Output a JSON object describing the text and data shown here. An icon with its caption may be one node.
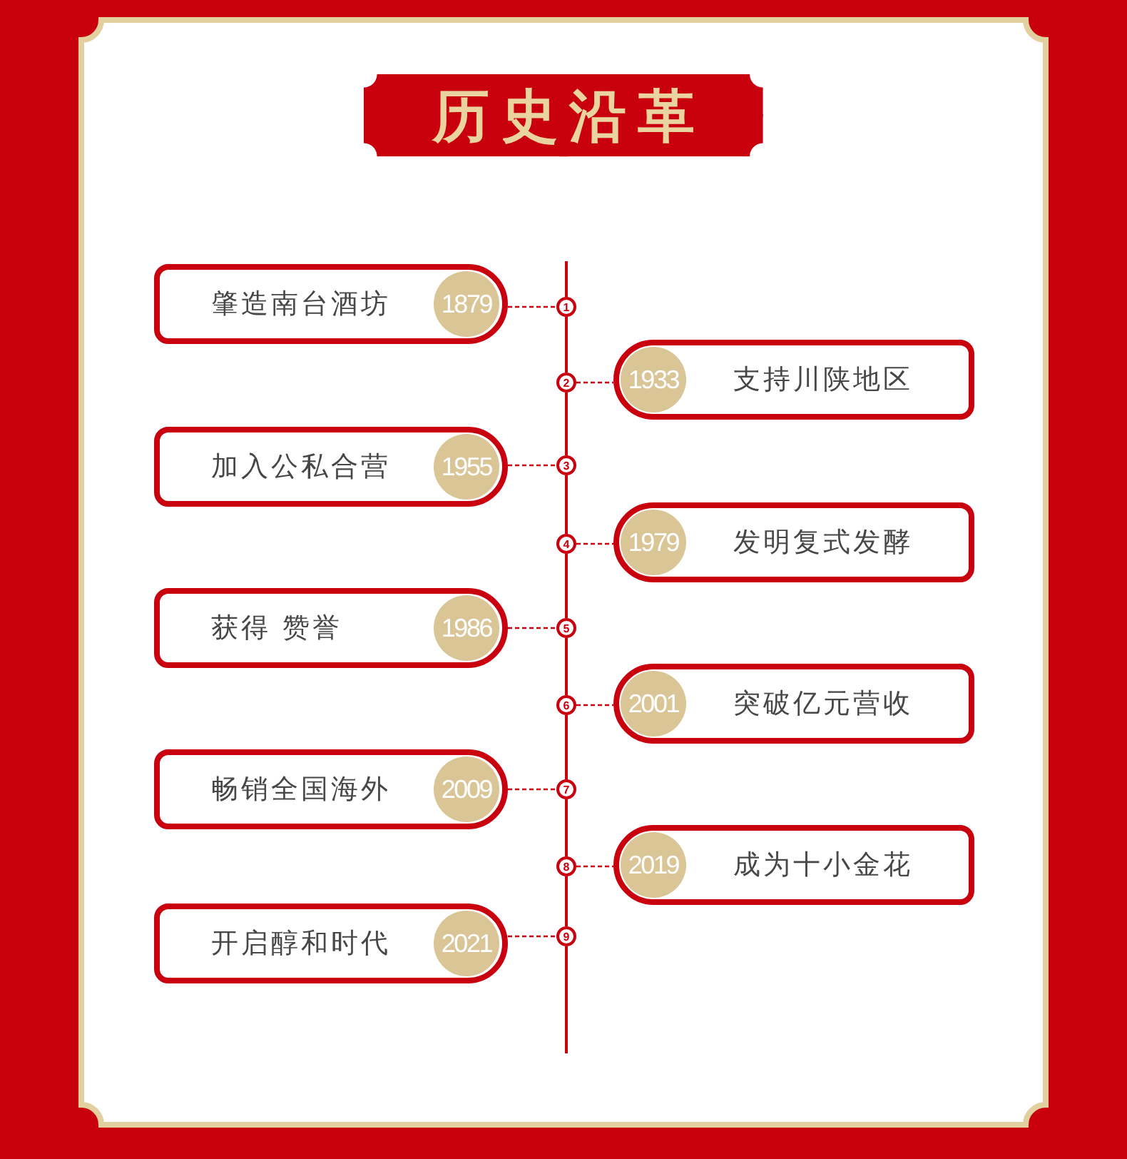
{
  "diagram": {
    "title": "历史沿革",
    "nodes": [
      {
        "text": [
          "肇造南台酒坊"
        ]
      },
      {
        "text": [
          "1879"
        ],
        "in": 0
      },
      {
        "text": [
          "1"
        ]
      },
      {
        "text": [
          "2"
        ]
      },
      {
        "text": [
          "支持川陕地区"
        ]
      },
      {
        "text": [
          "1933"
        ],
        "in": 4
      },
      {
        "text": [
          "加入公私合营"
        ]
      },
      {
        "text": [
          "1955"
        ],
        "in": 6
      },
      {
        "text": [
          "3"
        ]
      },
      {
        "text": [
          "4"
        ]
      },
      {
        "text": [
          "发明复式发酵"
        ]
      },
      {
        "text": [
          "1979"
        ],
        "in": 10
      },
      {
        "text": [
          "获得 赞誉"
        ]
      },
      {
        "text": [
          "1986"
        ],
        "in": 12
      },
      {
        "text": [
          "5"
        ]
      },
      {
        "text": [
          "6"
        ]
      },
      {
        "text": [
          "突破亿元营收"
        ]
      },
      {
        "text": [
          "2001"
        ],
        "in": 16
      },
      {
        "text": [
          "畅销全国海外"
        ]
      },
      {
        "text": [
          "2009"
        ],
        "in": 18
      },
      {
        "text": [
          "7"
        ]
      },
      {
        "text": [
          "8"
        ]
      },
      {
        "text": [
          "成为十小金花"
        ]
      },
      {
        "text": [
          "2019"
        ],
        "in": 22
      },
      {
        "text": [
          "开启醇和时代"
        ]
      },
      {
        "text": [
          "2021"
        ],
        "in": 24
      },
      {
        "text": [
          "9"
        ]
      }
    ],
    "edges": [
      {
        "from": null,
        "to": 2,
        "arrow": "none"
      },
      {
        "from": 0,
        "to": 2,
        "arrow": "none",
        "style": "dashed"
      },
      {
        "from": 2,
        "to": 3,
        "arrow": "none"
      },
      {
        "from": 3,
        "to": 4,
        "arrow": "none",
        "style": "dashed"
      },
      {
        "from": 3,
        "to": 8,
        "arrow": "none"
      },
      {
        "from": 6,
        "to": 8,
        "arrow": "none",
        "style": "dashed"
      },
      {
        "from": 8,
        "to": 9,
        "arrow": "none"
      },
      {
        "from": 9,
        "to": 10,
        "arrow": "none",
        "style": "dashed"
      },
      {
        "from": 9,
        "to": 14,
        "arrow": "none"
      },
      {
        "from": 12,
        "to": 14,
        "arrow": "none",
        "style": "dashed"
      },
      {
        "from": 14,
        "to": 15,
        "arrow": "none"
      },
      {
        "from": 15,
        "to": 16,
        "arrow": "none",
        "style": "dashed"
      },
      {
        "from": 15,
        "to": 20,
        "arrow": "none"
      },
      {
        "from": 18,
        "to": 20,
        "arrow": "none",
        "style": "dashed"
      },
      {
        "from": 20,
        "to": 21,
        "arrow": "none"
      },
      {
        "from": 21,
        "to": 22,
        "arrow": "none",
        "style": "dashed"
      },
      {
        "from": 21,
        "to": 26,
        "arrow": "none"
      },
      {
        "from": 24,
        "to": 26,
        "arrow": "none",
        "style": "dashed"
      },
      {
        "from": 26,
        "to": null,
        "arrow": "none"
      }
    ]
  }
}
